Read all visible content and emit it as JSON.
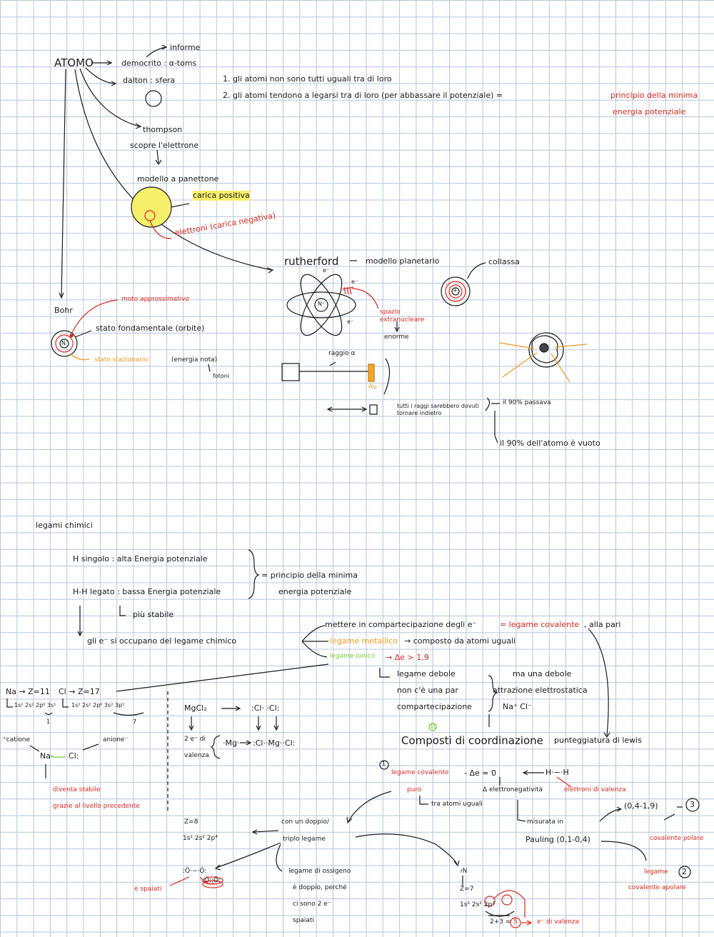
{
  "colors": {
    "ink": "#1a1a1a",
    "red": "#e0271f",
    "orange": "#f09a1a",
    "green": "#7acb2b",
    "yellow": "#f6ef6a",
    "grid": "#b7c5dc"
  },
  "atom": {
    "title": "ATOMO",
    "informe": "informe",
    "democrito": "democrito : α-toms",
    "dalton": "dalton : sfera",
    "thompson": "thompson",
    "scopre": "scopre l'elettrone",
    "modello_panettone": "modello a panettone",
    "carica_positiva": "carica positiva",
    "elettroni": "elettroni (carica negativa)",
    "rutherford": "rutherford",
    "modello_planetario": "modello planetario",
    "collassa": "collassa",
    "spazio": "spazio extranucleare",
    "enorme": "enorme",
    "raggio": "raggio α",
    "au": "Au",
    "raggi_note": "tutti i raggi sarebbero dovuti tornare indietro",
    "passava": "il 90% passava",
    "vuoto": "il 90% dell'atomo è vuoto",
    "bohr": "Bohr",
    "moto": "moto approssimativo",
    "stato_fond": "stato fondamentale (orbite)",
    "stato_staz": "stato stazionario",
    "energia_nota": "(energia nota)",
    "fotoni": "fotoni"
  },
  "rules": {
    "r1": "1. gli atomi non sono tutti uguali tra di loro",
    "r2": "2. gli atomi tendono a legarsi tra di loro  (per abbassare il potenziale) =",
    "principio": "principio della minima",
    "energia": "energia potenziale"
  },
  "bonds": {
    "title": "legami chimici",
    "h_singolo": "H singolo : alta Energia potenziale",
    "hh_legato": "H-H legato : bassa Energia potenziale",
    "principio": "= principio della minima",
    "energia": "energia potenziale",
    "piu_stabile": "più stabile",
    "gli_e": "gli e⁻ si occupano del legame chimico",
    "mettere": "mettere in compartecipazione degli e⁻",
    "covalente": "= legame covalente",
    "alla_pari": ", alla pari",
    "metallico": "legame metallico",
    "composto": "→ composto da atomi uguali",
    "ionico": "legame ionico",
    "delta": "→ Δe > 1,9",
    "debole": "legame debole",
    "non_ce": "non c'è una par",
    "compart": "compartecipazione",
    "ma_una": "ma una debole",
    "attrazione": "attrazione elettrostatica",
    "nacl": "Na⁺ Cl⁻",
    "coordinazione": "Composti di coordinazione",
    "lewis": "punteggiatura di lewis",
    "leg_cov": "legame covalente",
    "puro": "puro",
    "delta0": "- Δe = 0",
    "elettroneg": "Δ elettronegatività",
    "tra_atomi": "tra atomi uguali",
    "hh": "H·−·H",
    "el_valenza": "elettroni di valenza",
    "misurata": "misurata in",
    "pauling": "Pauling (0,1-0,4)",
    "range": "(0,4-1,9)",
    "polare": "covalente polare",
    "apolare_1": "legame",
    "apolare_2": "covalente apolare",
    "doppio": "con un doppio/",
    "triplo": "triplo legame",
    "z8": "Z=8",
    "conf8": "1s² 2s² 2p⁴",
    "spaiati": "è spaiati",
    "legame_ossigeno": "legame di ossigeno",
    "doppio_perche": "è doppio, perché",
    "ci_sono": "ci sono 2 e⁻",
    "spaiati_b": "spaiati",
    "n7": "₇N",
    "z7": "Z=7",
    "conf7": "1s² 2s² 2p³",
    "sum": "2+3 =",
    "cinque": "5",
    "e_valenza": "e⁻ di valenza",
    "na": "Na → Z=11",
    "na_conf": "1s² 2s² 2p⁶ 3s¹",
    "cl": "Cl → Z=17",
    "cl_conf": "1s² 2s² 2p⁶ 3s² 3p⁵",
    "uno": "1",
    "sette": "7",
    "catione": "⁺catione",
    "anione": "anione⁻",
    "na_lewis": "Na·",
    "cl_lewis": "Cl:",
    "diventa": "diventa stabile",
    "grazie": "grazie al livello precedente",
    "mgcl2": "MgCl₂",
    "cl_cl": ":Cl· ·Cl:",
    "due_e": "2 e⁻ di",
    "valenza": "valenza",
    "mg": "·Mg·",
    "chain": ":Cl··Mg··Cl:",
    "ten": "10",
    "circ3": "3",
    "circ2": "2",
    "circ1": "1"
  }
}
